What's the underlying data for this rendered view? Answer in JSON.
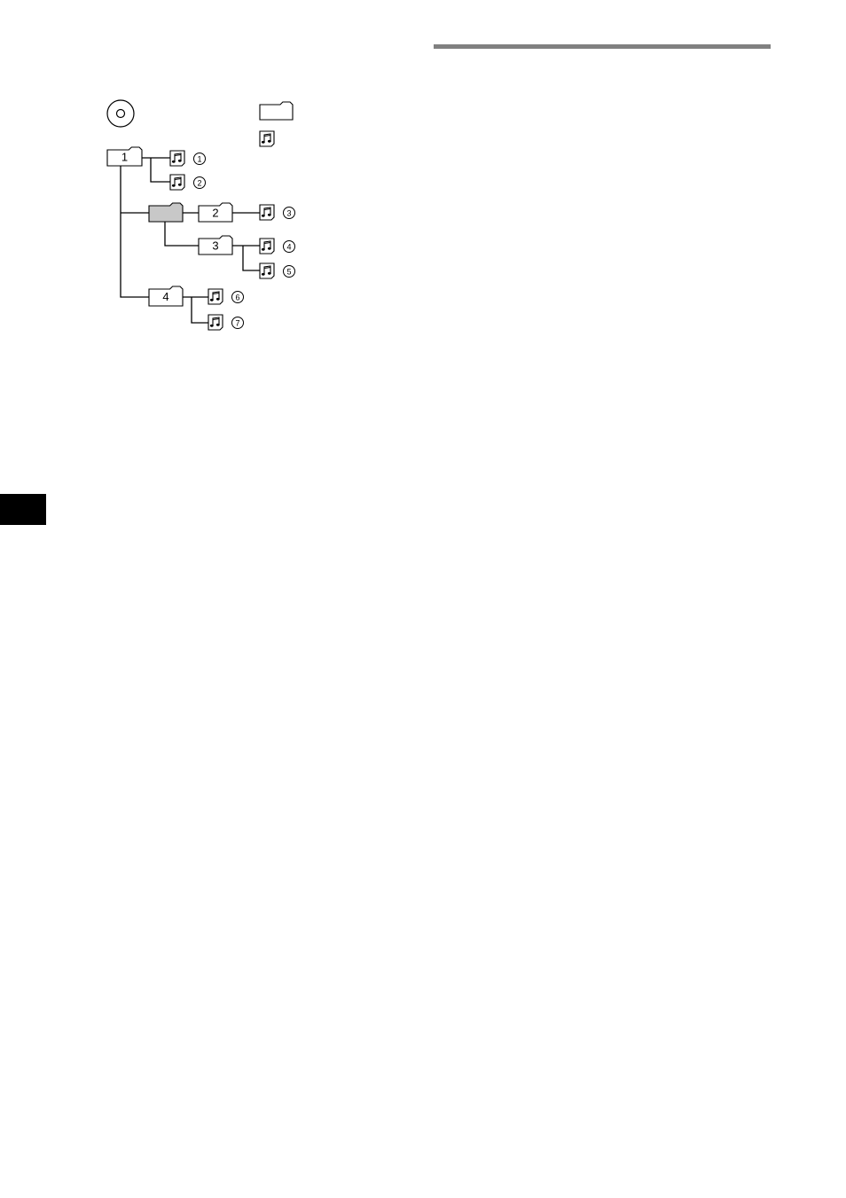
{
  "legend": {
    "folder_icon": "folder-icon",
    "file_icon": "audio-file-icon"
  },
  "root": {
    "icon": "disc-icon"
  },
  "folders": [
    {
      "id": "f1",
      "label": "1",
      "highlighted": false
    },
    {
      "id": "fg",
      "label": "",
      "highlighted": true
    },
    {
      "id": "f2",
      "label": "2",
      "highlighted": false
    },
    {
      "id": "f3",
      "label": "3",
      "highlighted": false
    },
    {
      "id": "f4",
      "label": "4",
      "highlighted": false
    }
  ],
  "files": [
    {
      "label": "1",
      "parent": "f1"
    },
    {
      "label": "2",
      "parent": "f1"
    },
    {
      "label": "3",
      "parent": "f2"
    },
    {
      "label": "4",
      "parent": "f3"
    },
    {
      "label": "5",
      "parent": "f3"
    },
    {
      "label": "6",
      "parent": "f4"
    },
    {
      "label": "7",
      "parent": "f4"
    }
  ],
  "colors": {
    "line": "#000000",
    "highlight_folder": "#c8c8c8",
    "rule": "#808080",
    "tab": "#000000"
  }
}
